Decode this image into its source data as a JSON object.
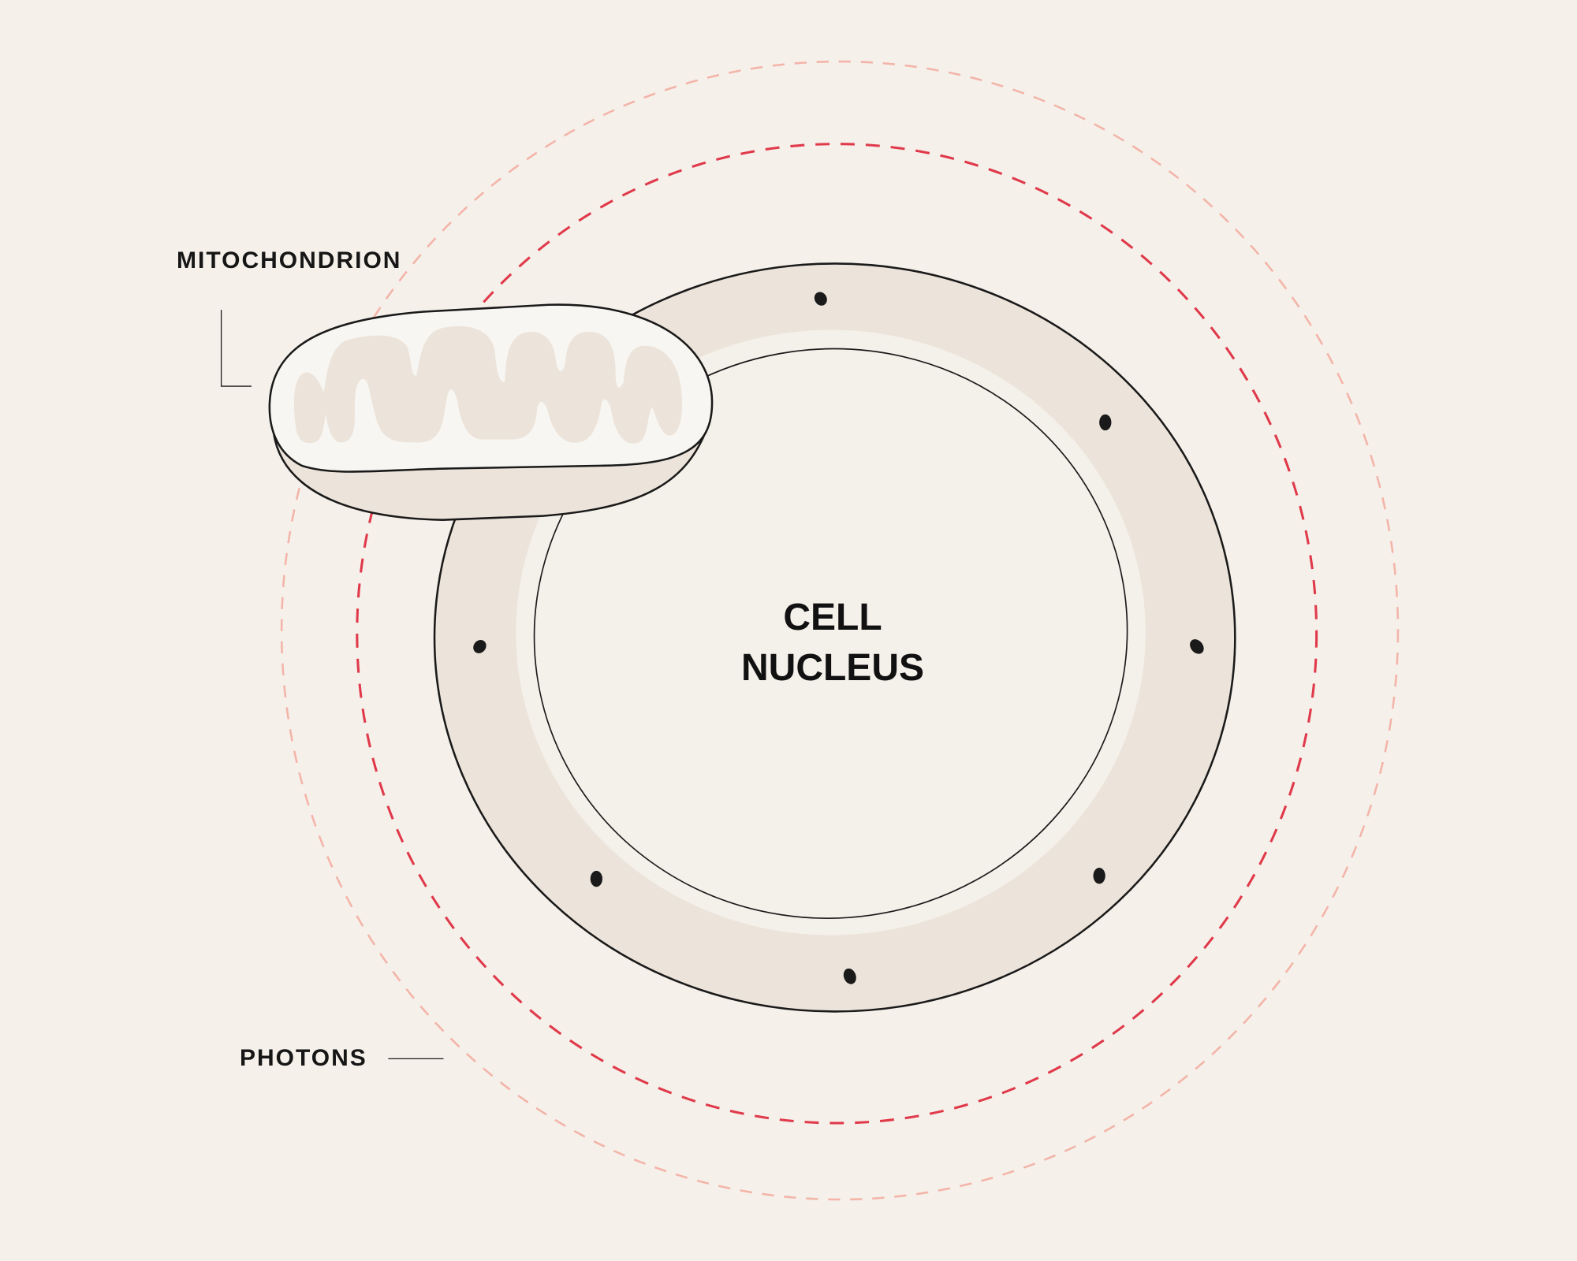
{
  "labels": {
    "mitochondrion": "MITOCHONDRION",
    "photons": "PHOTONS",
    "nucleus_line1": "CELL",
    "nucleus_line2": "NUCLEUS"
  },
  "colors": {
    "background": "#f5f0ea",
    "ring": "#ece4da",
    "inner": "#f4f0ea",
    "photon_inner": "#e0394a",
    "photon_outer": "#f4b4a8",
    "outline": "#1a1a1a"
  }
}
